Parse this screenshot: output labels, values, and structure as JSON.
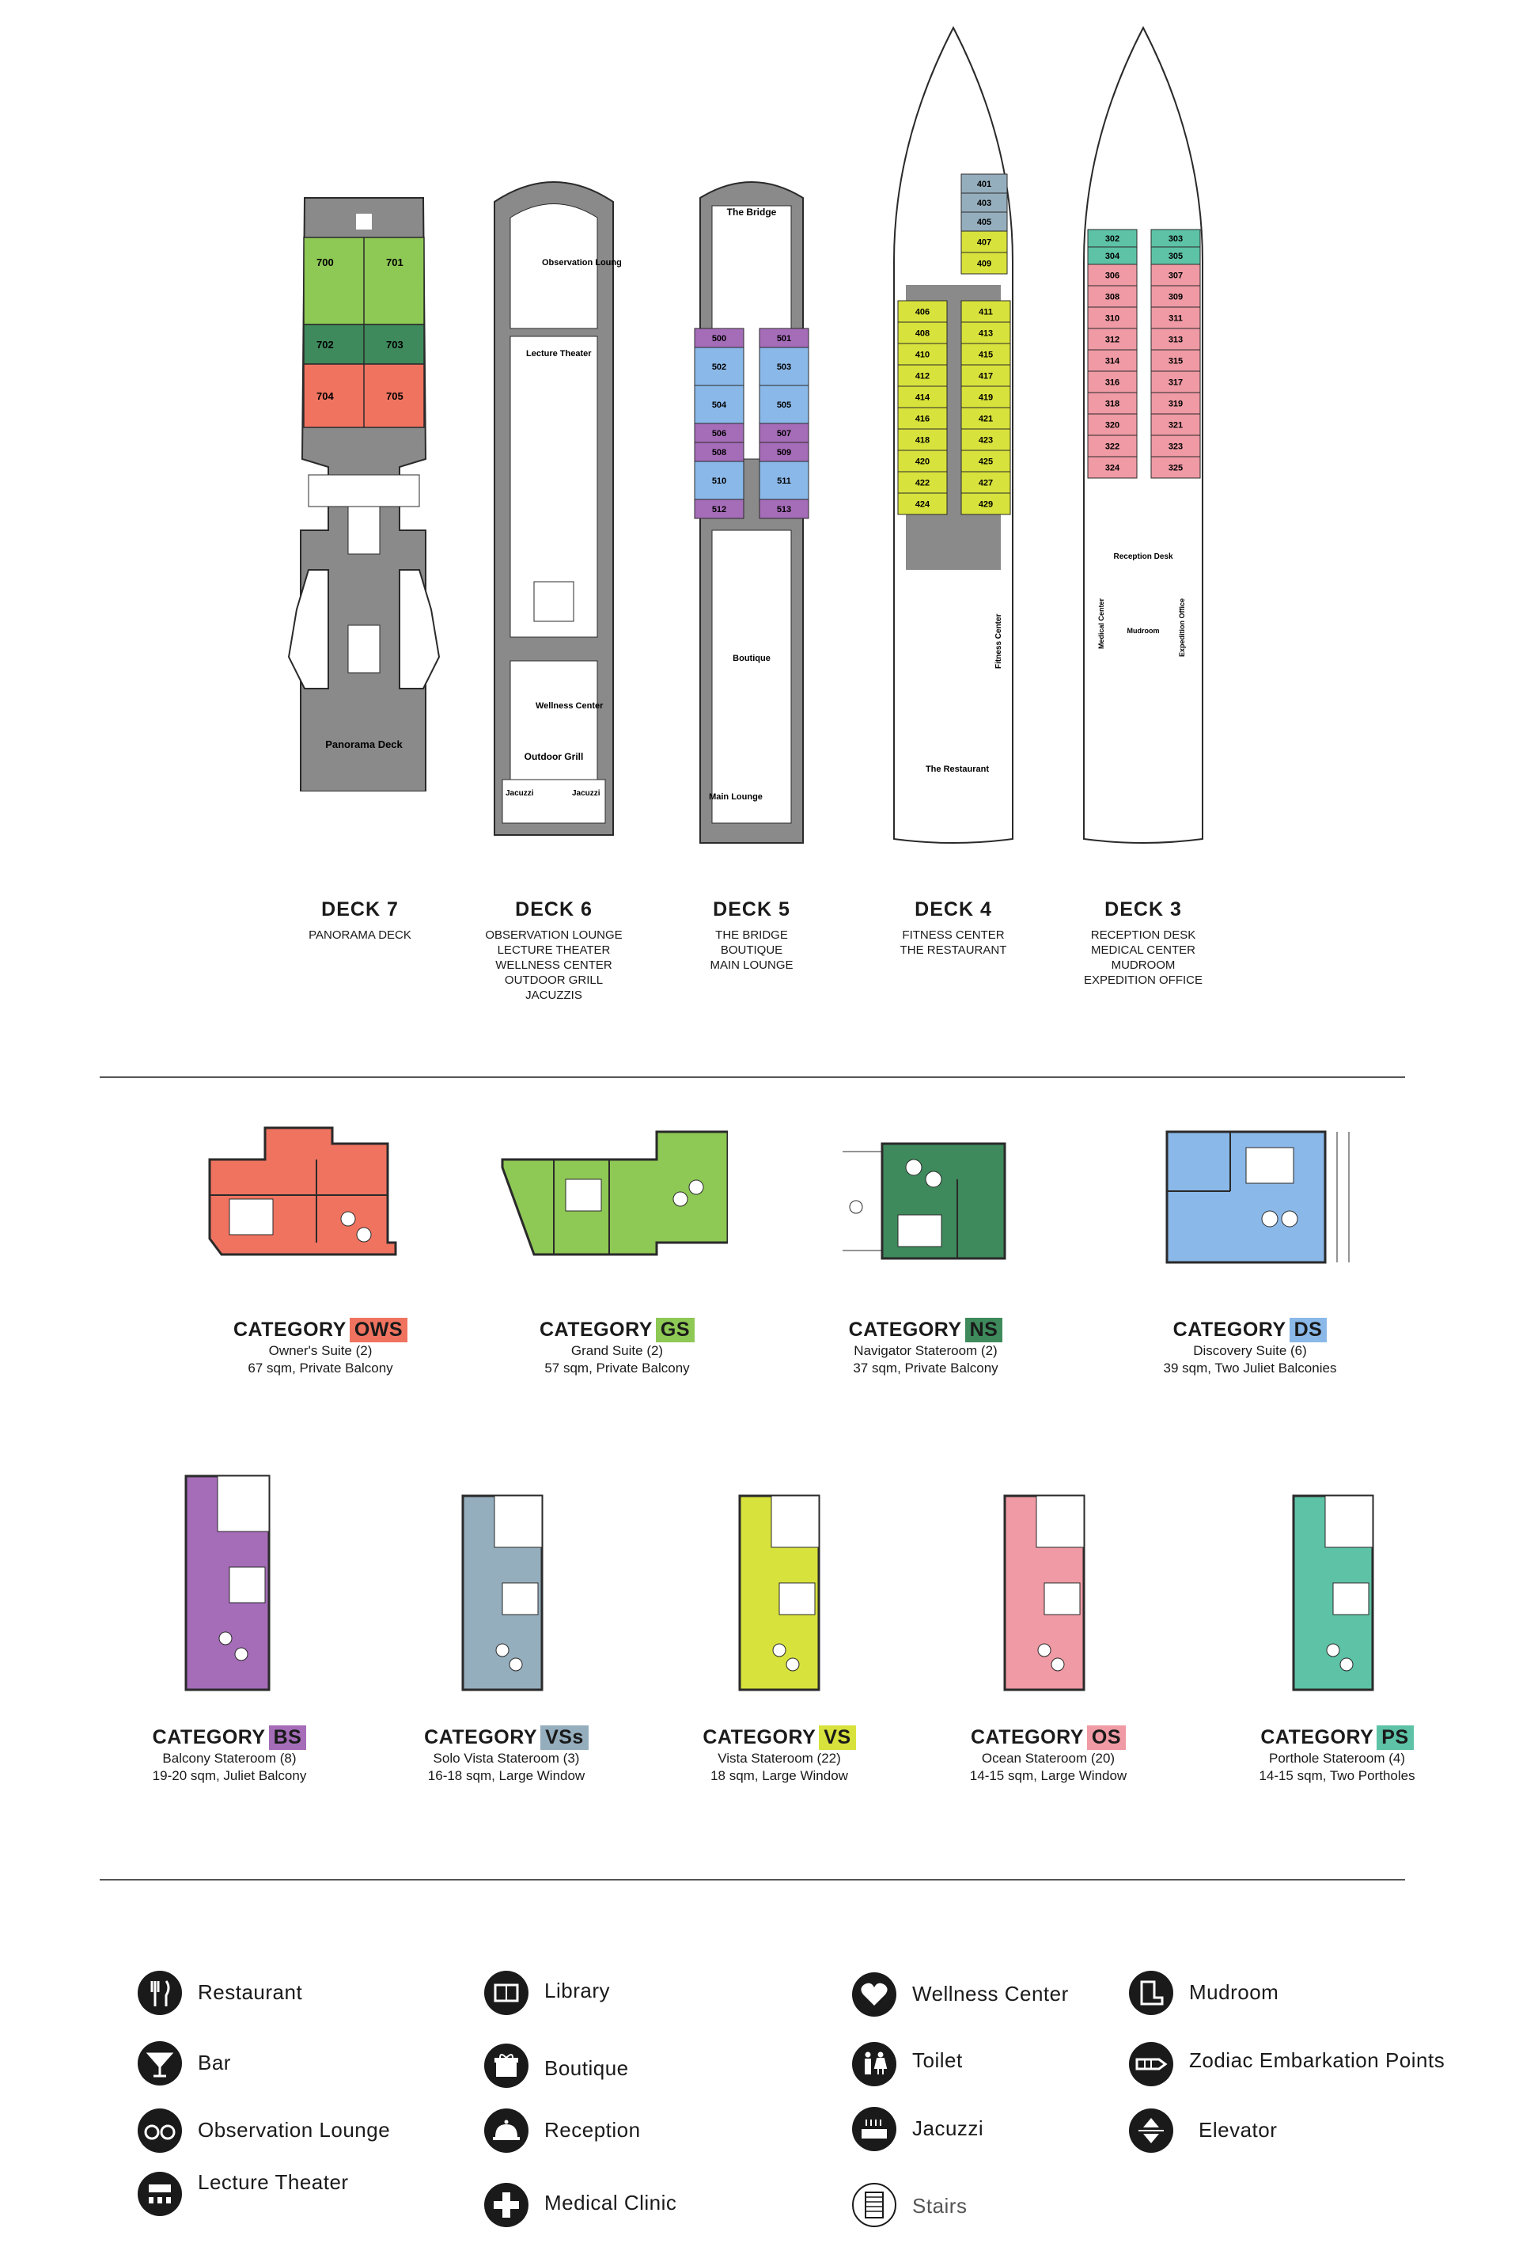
{
  "decks": [
    {
      "title": "DECK  7",
      "features": [
        "PANORAMA DECK"
      ],
      "plan_labels": {
        "cabins": [
          "700",
          "701",
          "702",
          "703",
          "704",
          "705"
        ],
        "area": "Panorama Deck"
      }
    },
    {
      "title": "DECK  6",
      "features": [
        "OBSERVATION LOUNGE",
        "LECTURE THEATER",
        "WELLNESS CENTER",
        "OUTDOOR GRILL",
        "JACUZZIS"
      ],
      "plan_labels": {
        "observation": "Observation Lounge",
        "lecture": "Lecture Theater",
        "wellness": "Wellness Center",
        "grill": "Outdoor Grill",
        "jacuzzi_left": "Jacuzzi",
        "jacuzzi_right": "Jacuzzi"
      }
    },
    {
      "title": "DECK  5",
      "features": [
        "THE BRIDGE",
        "BOUTIQUE",
        "MAIN LOUNGE"
      ],
      "plan_labels": {
        "bridge": "The Bridge",
        "boutique": "Boutique",
        "lounge": "Main Lounge",
        "cabins_left": [
          "500",
          "502",
          "504",
          "506",
          "508",
          "510",
          "512"
        ],
        "cabins_right": [
          "501",
          "503",
          "505",
          "507",
          "509",
          "511",
          "513"
        ]
      }
    },
    {
      "title": "DECK  4",
      "features": [
        "FITNESS CENTER",
        "THE RESTAURANT"
      ],
      "plan_labels": {
        "fitness": "Fitness Center",
        "restaurant": "The Restaurant",
        "cabins_top": [
          "401",
          "403",
          "405",
          "407",
          "409"
        ],
        "cabins_left": [
          "406",
          "408",
          "410",
          "412",
          "414",
          "416",
          "418",
          "420",
          "422",
          "424"
        ],
        "cabins_right": [
          "411",
          "413",
          "415",
          "417",
          "419",
          "421",
          "423",
          "425",
          "427",
          "429"
        ]
      }
    },
    {
      "title": "DECK  3",
      "features": [
        "RECEPTION DESK",
        "MEDICAL CENTER",
        "MUDROOM",
        "EXPEDITION OFFICE"
      ],
      "plan_labels": {
        "reception": "Reception Desk",
        "medical": "Medical Center",
        "mudroom": "Mudroom",
        "expedition": "Expedition Office",
        "cabins_left": [
          "302",
          "304",
          "306",
          "308",
          "310",
          "312",
          "314",
          "316",
          "318",
          "320",
          "322",
          "324"
        ],
        "cabins_right": [
          "303",
          "305",
          "307",
          "309",
          "311",
          "313",
          "315",
          "317",
          "319",
          "321",
          "323",
          "325"
        ]
      }
    }
  ],
  "categories_row1": [
    {
      "code": "OWS",
      "color": "#f07360",
      "name": "Owner's Suite (2)",
      "details": "67 sqm, Private Balcony"
    },
    {
      "code": "GS",
      "color": "#8ec855",
      "name": "Grand Suite (2)",
      "details": "57 sqm, Private Balcony"
    },
    {
      "code": "NS",
      "color": "#3e8a5c",
      "name": "Navigator Stateroom (2)",
      "details": "37 sqm, Private Balcony"
    },
    {
      "code": "DS",
      "color": "#8ab8e8",
      "name": "Discovery Suite (6)",
      "details": "39 sqm, Two Juliet Balconies"
    }
  ],
  "categories_row2": [
    {
      "code": "BS",
      "color": "#a56cb8",
      "name": "Balcony Stateroom (8)",
      "details": "19-20 sqm, Juliet Balcony"
    },
    {
      "code": "VSs",
      "color": "#95aebd",
      "name": "Solo Vista Stateroom (3)",
      "details": "16-18 sqm, Large Window"
    },
    {
      "code": "VS",
      "color": "#d8e23c",
      "name": "Vista Stateroom (22)",
      "details": "18 sqm, Large Window"
    },
    {
      "code": "OS",
      "color": "#ef9aa4",
      "name": "Ocean Stateroom (20)",
      "details": "14-15 sqm, Large Window"
    },
    {
      "code": "PS",
      "color": "#5dc2a6",
      "name": "Porthole Stateroom (4)",
      "details": "14-15 sqm, Two Portholes"
    }
  ],
  "category_label": "CATEGORY",
  "legend": [
    {
      "icon": "restaurant-icon",
      "label": "Restaurant"
    },
    {
      "icon": "bar-icon",
      "label": "Bar"
    },
    {
      "icon": "observation-lounge-icon",
      "label": "Observation Lounge"
    },
    {
      "icon": "lecture-theater-icon",
      "label": "Lecture Theater"
    },
    {
      "icon": "library-icon",
      "label": "Library"
    },
    {
      "icon": "boutique-icon",
      "label": "Boutique"
    },
    {
      "icon": "reception-icon",
      "label": "Reception"
    },
    {
      "icon": "medical-clinic-icon",
      "label": "Medical Clinic"
    },
    {
      "icon": "wellness-center-icon",
      "label": "Wellness Center"
    },
    {
      "icon": "toilet-icon",
      "label": "Toilet"
    },
    {
      "icon": "jacuzzi-icon",
      "label": "Jacuzzi"
    },
    {
      "icon": "stairs-icon",
      "label": "Stairs"
    },
    {
      "icon": "mudroom-icon",
      "label": "Mudroom"
    },
    {
      "icon": "zodiac-embarkation-icon",
      "label": "Zodiac Embarkation Points"
    },
    {
      "icon": "elevator-icon",
      "label": "Elevator"
    }
  ],
  "colors": {
    "deck_gray": "#8a8a8a",
    "outline": "#2a2a2a"
  }
}
